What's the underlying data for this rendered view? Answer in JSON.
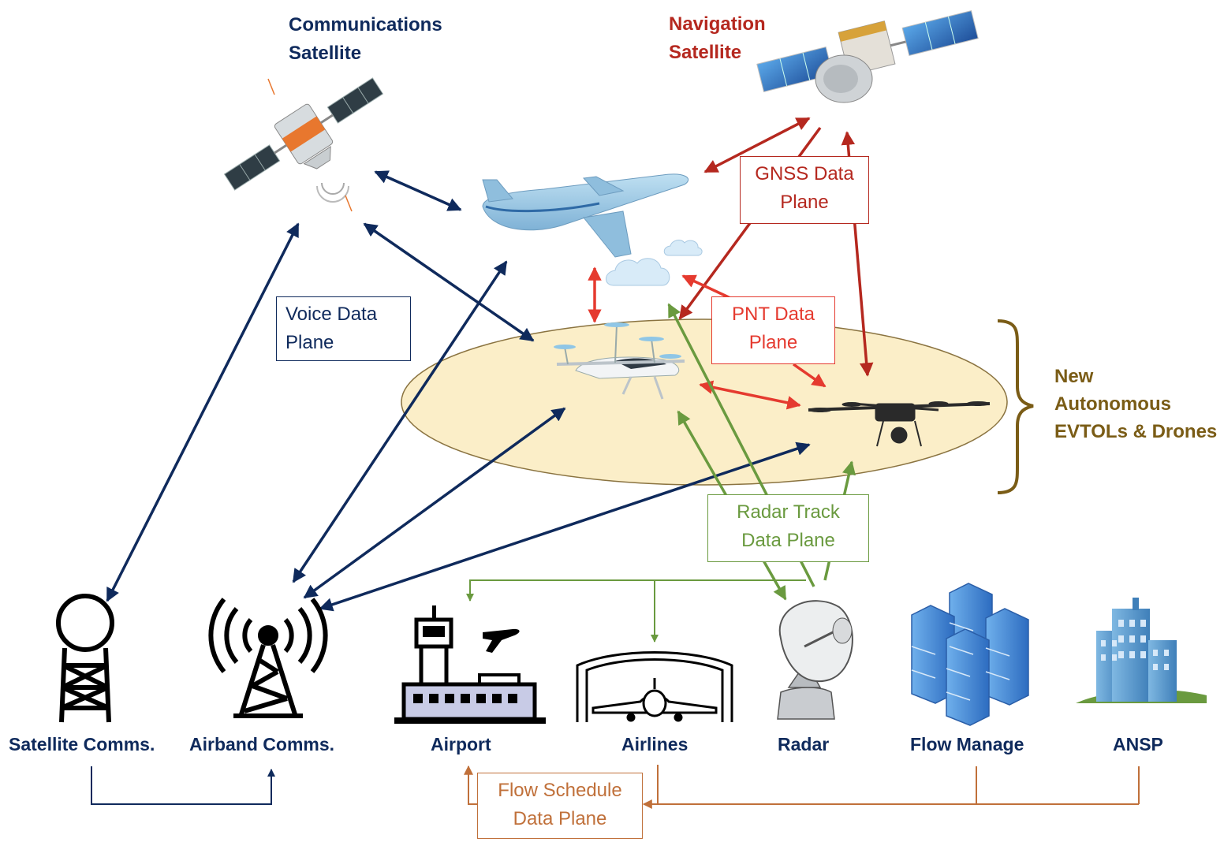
{
  "colors": {
    "navy": "#0f2a5c",
    "red": "#e53a2f",
    "dark_red": "#b5281f",
    "green": "#6a9a3f",
    "orange": "#c0703a",
    "brown": "#7a5c16",
    "zone_fill": "#fbeec8"
  },
  "satellites": {
    "communications": "Communications\nSatellite",
    "navigation": "Navigation\nSatellite"
  },
  "zone_label": "New\nAutonomous\nEVTOLs & Drones",
  "data_planes": {
    "voice": "Voice Data\nPlane",
    "gnss": "GNSS Data\nPlane",
    "pnt": "PNT Data\nPlane",
    "radar_track": "Radar Track\nData Plane",
    "flow_schedule": "Flow Schedule\nData Plane"
  },
  "ground_nodes": [
    {
      "label": "Satellite Comms.",
      "icon": "water-tower-icon"
    },
    {
      "label": "Airband Comms.",
      "icon": "antenna-tower-icon"
    },
    {
      "label": "Airport",
      "icon": "airport-icon"
    },
    {
      "label": "Airlines",
      "icon": "hangar-icon"
    },
    {
      "label": "Radar",
      "icon": "radar-dish-icon"
    },
    {
      "label": "Flow Manage",
      "icon": "server-stack-icon"
    },
    {
      "label": "ANSP",
      "icon": "office-building-icon"
    }
  ]
}
